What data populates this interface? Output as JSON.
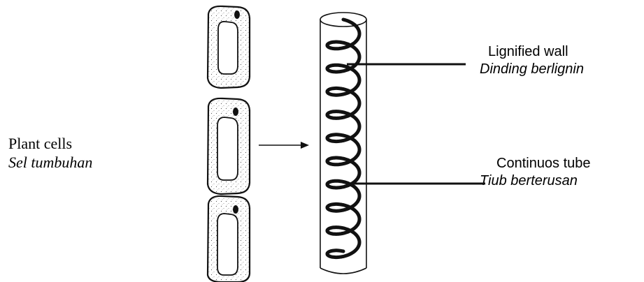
{
  "left_label": {
    "english": "Plant cells",
    "malay": "Sel tumbuhan"
  },
  "callouts": [
    {
      "english": "Lignified wall",
      "malay": "Dinding berlignin"
    },
    {
      "english": "Continuos tube",
      "malay": "Tiub berterusan"
    }
  ],
  "icons": {
    "cells": "plant-cell-icon",
    "arrow": "transform-arrow-icon",
    "vessel": "xylem-vessel-icon"
  }
}
